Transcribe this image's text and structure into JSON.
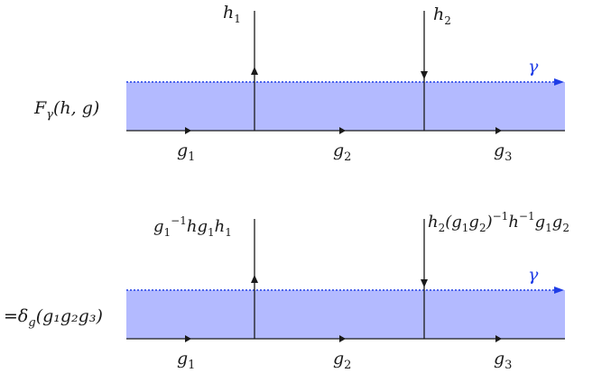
{
  "panels": [
    {
      "left_label": {
        "main": "F",
        "sub": "γ",
        "rest": "(h, g)"
      },
      "edge_labels": [
        {
          "main": "g",
          "sub": "1"
        },
        {
          "main": "g",
          "sub": "2"
        },
        {
          "main": "g",
          "sub": "3"
        }
      ],
      "vertical_labels": [
        {
          "parts": [
            {
              "t": "h",
              "k": "n"
            },
            {
              "t": "1",
              "k": "sub"
            }
          ]
        },
        {
          "parts": [
            {
              "t": "h",
              "k": "n"
            },
            {
              "t": "2",
              "k": "sub"
            }
          ]
        }
      ],
      "path_label": "γ"
    },
    {
      "left_label": {
        "main": "=δ",
        "sub": "g",
        "rest": "(g₁g₂g₃)"
      },
      "edge_labels": [
        {
          "main": "g",
          "sub": "1"
        },
        {
          "main": "g",
          "sub": "2"
        },
        {
          "main": "g",
          "sub": "3"
        }
      ],
      "vertical_labels": [
        {
          "parts": [
            {
              "t": "g",
              "k": "n"
            },
            {
              "t": "1",
              "k": "sub"
            },
            {
              "t": "−1",
              "k": "sup"
            },
            {
              "t": "hg",
              "k": "n"
            },
            {
              "t": "1",
              "k": "sub"
            },
            {
              "t": "h",
              "k": "n"
            },
            {
              "t": "1",
              "k": "sub"
            }
          ]
        },
        {
          "parts": [
            {
              "t": "h",
              "k": "n"
            },
            {
              "t": "2",
              "k": "sub"
            },
            {
              "t": "(g",
              "k": "n"
            },
            {
              "t": "1",
              "k": "sub"
            },
            {
              "t": "g",
              "k": "n"
            },
            {
              "t": "2",
              "k": "sub"
            },
            {
              "t": ")",
              "k": "n"
            },
            {
              "t": "−1",
              "k": "sup"
            },
            {
              "t": "h",
              "k": "n"
            },
            {
              "t": "−1",
              "k": "sup"
            },
            {
              "t": "g",
              "k": "n"
            },
            {
              "t": "1",
              "k": "sub"
            },
            {
              "t": "g",
              "k": "n"
            },
            {
              "t": "2",
              "k": "sub"
            }
          ]
        }
      ],
      "path_label": "γ"
    }
  ],
  "colors": {
    "band_fill": "#b3baff",
    "path_color": "#1f3de6",
    "line_color": "#1a1a1a"
  }
}
